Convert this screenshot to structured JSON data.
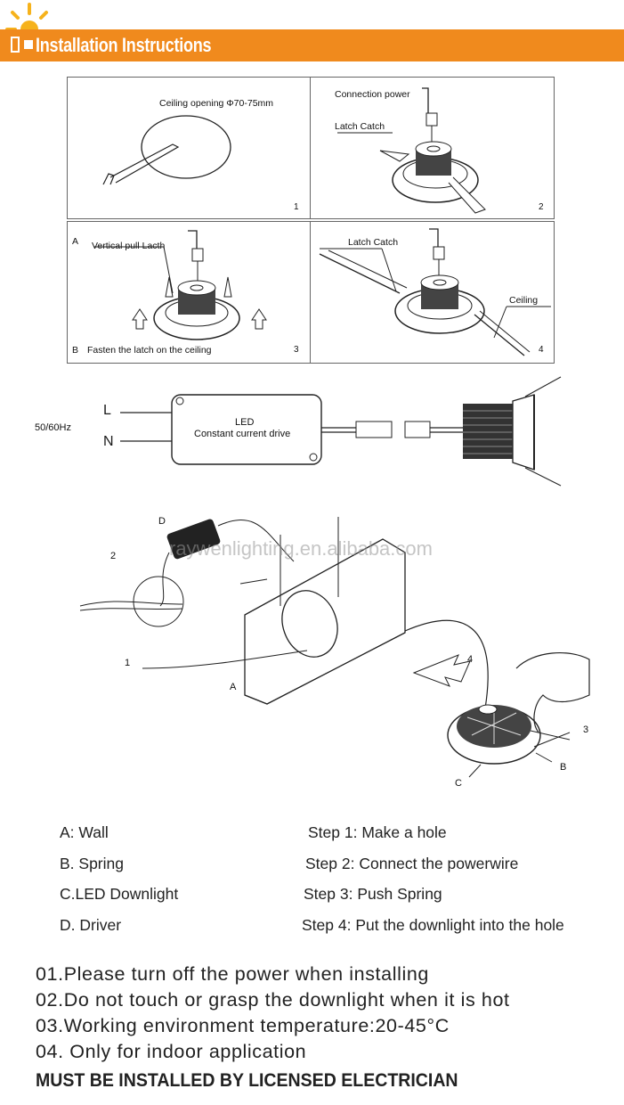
{
  "header": {
    "title": "Installation Instructions",
    "color": "#f08a1d"
  },
  "steps_panels": [
    {
      "number": "1",
      "labels": [
        "Ceiling opening Φ70-75mm"
      ]
    },
    {
      "number": "2",
      "labels": [
        "Connection power",
        "Latch Catch"
      ]
    },
    {
      "number": "3",
      "labels": [
        "A",
        "Vertical pull Lacth",
        "B",
        "Fasten the latch on the ceiling"
      ]
    },
    {
      "number": "4",
      "labels": [
        "Latch Catch",
        "Ceiling"
      ]
    }
  ],
  "wiring": {
    "frequency": "50/60Hz",
    "line": "L",
    "neutral": "N",
    "driver_label_1": "LED",
    "driver_label_2": "Constant current drive"
  },
  "install_diagram": {
    "labels": [
      "D",
      "2",
      "1",
      "A",
      "4",
      "3",
      "B",
      "C"
    ],
    "watermark": "raywenlighting.en.alibaba.com"
  },
  "legend": {
    "parts": [
      "A: Wall",
      "B. Spring",
      "C.LED Downlight",
      "D. Driver"
    ],
    "steps": [
      "Step 1: Make a hole",
      "Step 2: Connect the powerwire",
      "Step 3: Push Spring",
      "Step 4: Put the downlight into the hole"
    ]
  },
  "notes": [
    "01.Please turn off the power when installing",
    "02.Do not touch or grasp the downlight when it is hot",
    "03.Working environment temperature:20-45°C",
    "04. Only  for  indoor  application"
  ],
  "warning": "MUST BE INSTALLED BY LICENSED ELECTRICIAN"
}
